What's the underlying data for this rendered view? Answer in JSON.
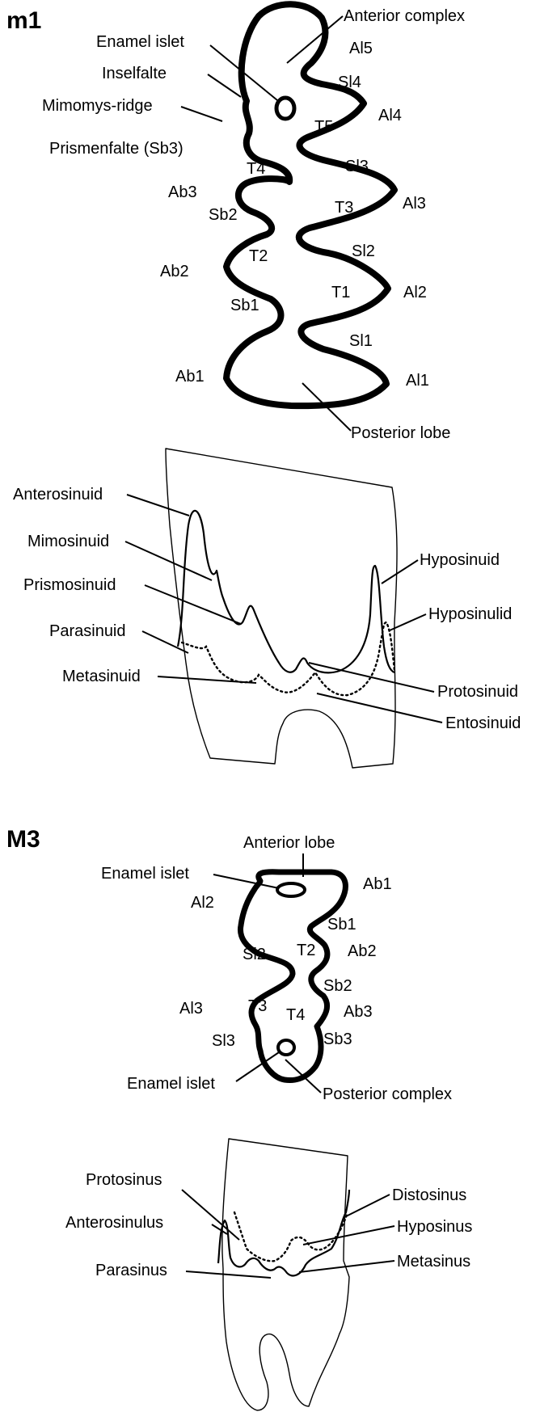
{
  "m1_section": {
    "heading": "m1",
    "occlusal_labels": {
      "anterior_complex": "Anterior complex",
      "enamel_islet": "Enamel islet",
      "inselfalte": "Inselfalte",
      "mimomys_ridge": "Mimomys-ridge",
      "prismenfalte": "Prismenfalte (Sb3)",
      "al5": "Al5",
      "si4": "Sl4",
      "al4": "Al4",
      "t5": "T5",
      "t4": "T4",
      "si3": "Sl3",
      "ab3": "Ab3",
      "sb2": "Sb2",
      "t3": "T3",
      "al3": "Al3",
      "t2": "T2",
      "si2": "Sl2",
      "ab2": "Ab2",
      "t1": "T1",
      "al2": "Al2",
      "sb1": "Sb1",
      "si1": "Sl1",
      "ab1": "Ab1",
      "al1": "Al1",
      "posterior_lobe": "Posterior lobe"
    },
    "lateral_labels": {
      "anterosinuid": "Anterosinuid",
      "mimosinuid": "Mimosinuid",
      "prismosinuid": "Prismosinuid",
      "parasinuid": "Parasinuid",
      "metasinuid": "Metasinuid",
      "hyposinuid": "Hyposinuid",
      "hyposinulid": "Hyposinulid",
      "protosinuid": "Protosinuid",
      "entosinuid": "Entosinuid"
    }
  },
  "m3_section": {
    "heading": "M3",
    "occlusal_labels": {
      "anterior_lobe": "Anterior lobe",
      "enamel_islet_top": "Enamel islet",
      "ab1": "Ab1",
      "al2": "Al2",
      "sb1": "Sb1",
      "si2": "Sl2",
      "t2": "T2",
      "ab2": "Ab2",
      "sb2": "Sb2",
      "al3": "Al3",
      "t3": "T3",
      "t4": "T4",
      "ab3": "Ab3",
      "si3": "Sl3",
      "sb3": "Sb3",
      "enamel_islet_bottom": "Enamel islet",
      "posterior_complex": "Posterior complex"
    },
    "lateral_labels": {
      "protosinus": "Protosinus",
      "anterosinulus": "Anterosinulus",
      "parasinus": "Parasinus",
      "distosinus": "Distosinus",
      "hyposinus": "Hyposinus",
      "metasinus": "Metasinus"
    }
  }
}
